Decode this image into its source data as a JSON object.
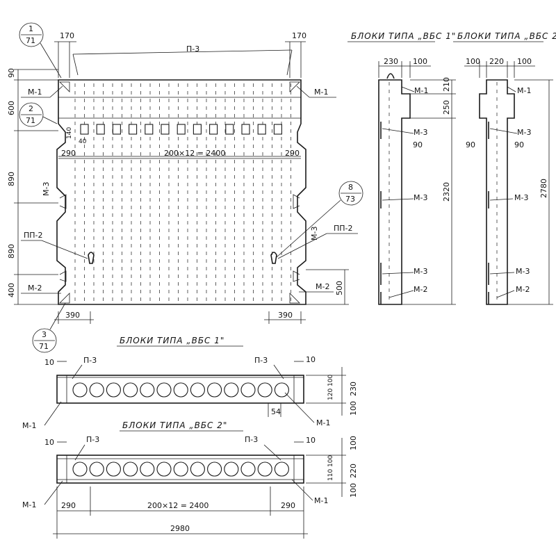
{
  "titles": {
    "vbs1_side": "БЛОКИ ТИПА „ВБС 1\"",
    "vbs2_side": "БЛОКИ ТИПА „ВБС 2\"",
    "vbs1_plan": "БЛОКИ ТИПА „ВБС 1\"",
    "vbs2_plan": "БЛОКИ ТИПА „ВБС 2\""
  },
  "callouts": [
    {
      "num": "1",
      "den": "71"
    },
    {
      "num": "2",
      "den": "71"
    },
    {
      "num": "3",
      "den": "71"
    },
    {
      "num": "8",
      "den": "73"
    }
  ],
  "elevation": {
    "top_label": "П-3",
    "left_170": "170",
    "right_170": "170",
    "left_dims": [
      "90",
      "600",
      "890",
      "890",
      "400"
    ],
    "right_dim": "500",
    "label_m1_left": "М-1",
    "label_m1_right": "М-1",
    "label_m3_left": "М-3",
    "label_m3_right": "М-3",
    "label_m2_left": "М-2",
    "label_m2_right": "М-2",
    "label_pp2_left": "ПП-2",
    "label_pp2_right": "ПП-2",
    "dim_290_left": "290",
    "dim_290_right": "290",
    "dim_center": "200×12 = 2400",
    "dim_140": "140",
    "dim_40": "40",
    "bottom_390_left": "390",
    "bottom_390_right": "390"
  },
  "section1": {
    "dims_top": [
      "230",
      "100"
    ],
    "dims_right": [
      "210",
      "250",
      "2320"
    ],
    "dim_90": "90",
    "labels": [
      "М-1",
      "М-3",
      "М-3",
      "М-3",
      "М-2"
    ]
  },
  "section2": {
    "dims_top": [
      "100",
      "220",
      "100"
    ],
    "dims_right": "2780",
    "dims_90": [
      "90",
      "90"
    ],
    "labels": [
      "М-1",
      "М-3",
      "М-3",
      "М-3",
      "М-2"
    ]
  },
  "plan1": {
    "label_p3_left": "П-3",
    "label_p3_right": "П-3",
    "dim_10_left": "10",
    "dim_10_right": "10",
    "dims_right": [
      "100",
      "120",
      "230",
      "100"
    ],
    "dim_54": "54",
    "label_m1_left": "М-1",
    "label_m1_right": "М-1",
    "hole_count": 13
  },
  "plan2": {
    "label_p3_left": "П-3",
    "label_p3_right": "П-3",
    "dim_10_left": "10",
    "dim_10_right": "10",
    "dims_right": [
      "100",
      "100",
      "110",
      "220",
      "100"
    ],
    "label_m1_left": "М-1",
    "label_m1_right": "М-1",
    "dim_290_left": "290",
    "dim_290_right": "290",
    "dim_center": "200×12 = 2400",
    "dim_total": "2980",
    "hole_count": 13
  }
}
